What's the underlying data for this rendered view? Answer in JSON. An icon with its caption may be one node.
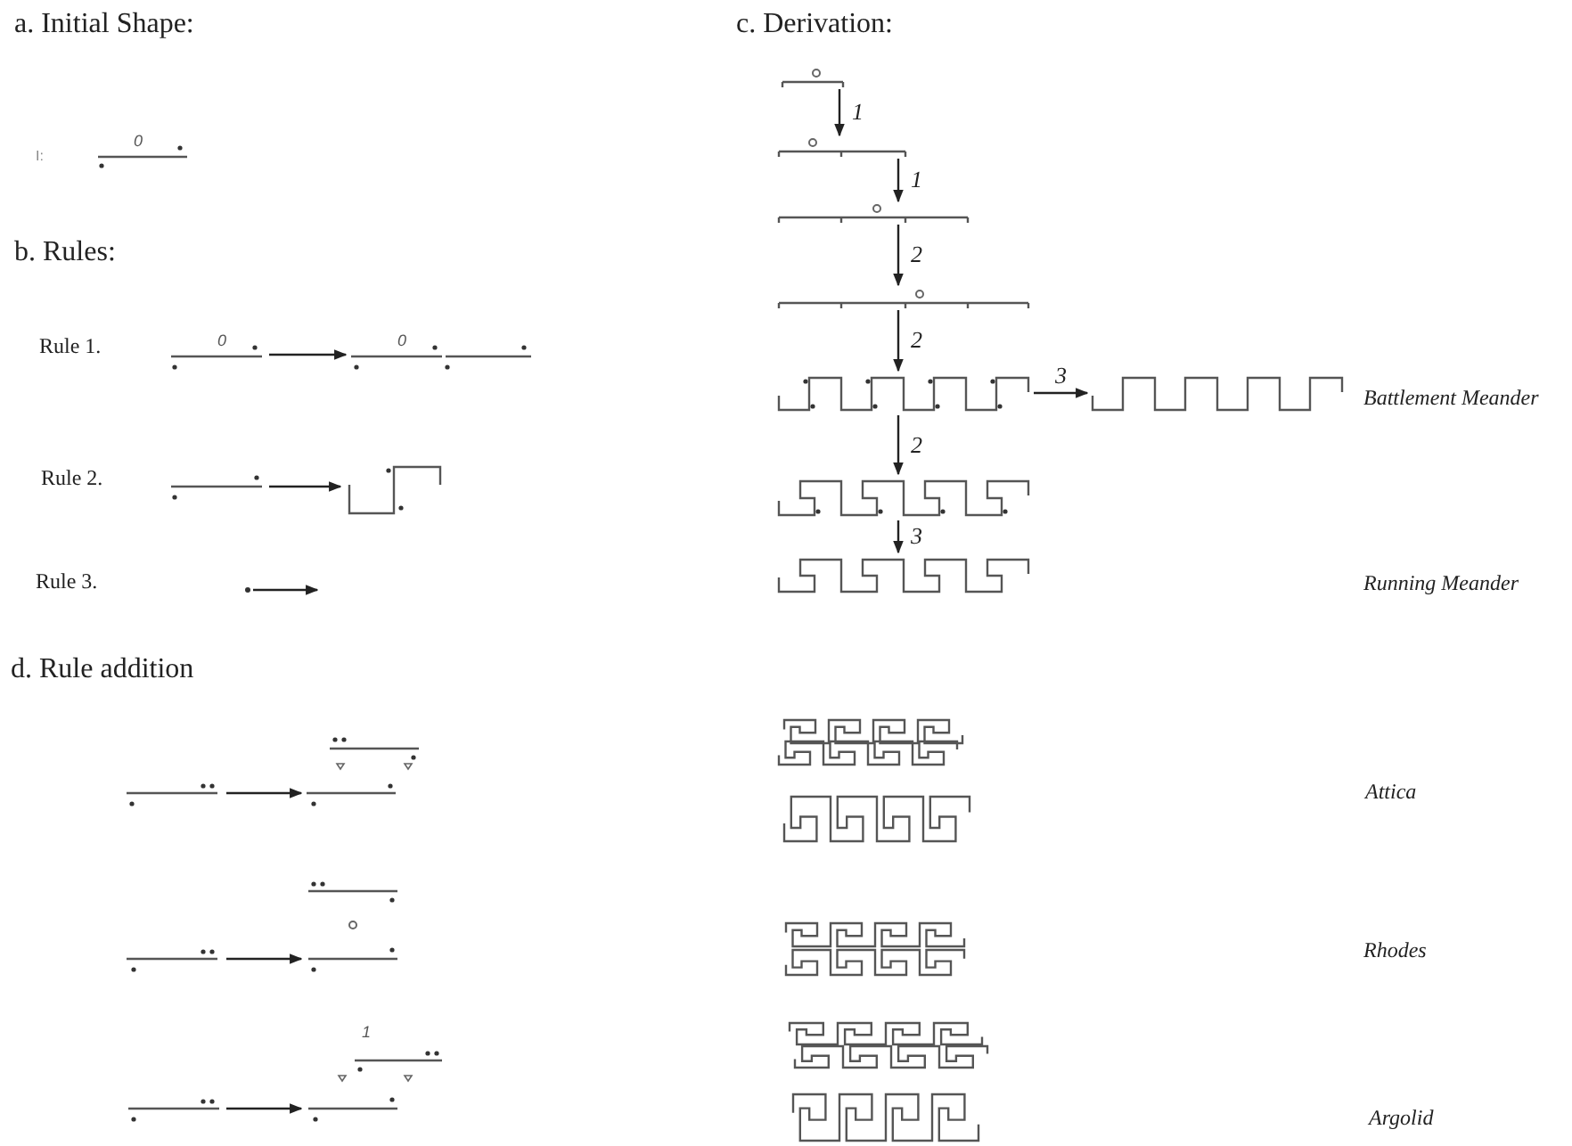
{
  "diagram": {
    "nodes": [
      {
        "text": [],
        "shape": "picture"
      },
      {
        "text": [],
        "shape": "picture"
      },
      {
        "text": [],
        "shape": "picture"
      },
      {
        "text": [],
        "shape": "picture"
      },
      {
        "text": [],
        "shape": "picture"
      },
      {
        "text": [],
        "shape": "circle"
      },
      {
        "text": [],
        "shape": "picture"
      },
      {
        "text": [],
        "shape": "picture"
      },
      {
        "text": [],
        "shape": "picture"
      },
      {
        "text": [],
        "shape": "picture"
      },
      {
        "text": [],
        "shape": "picture"
      },
      {
        "text": [],
        "shape": "picture",
        "beside": [
          "Battlement Meander"
        ]
      },
      {
        "text": [],
        "shape": "picture"
      },
      {
        "text": [],
        "shape": "picture"
      },
      {
        "text": [],
        "shape": "picture"
      },
      {
        "text": [],
        "shape": "picture"
      },
      {
        "text": [],
        "shape": "picture"
      },
      {
        "text": [],
        "shape": "picture"
      },
      {
        "text": [],
        "shape": "picture"
      },
      {
        "text": [],
        "shape": "picture",
        "beside": [
          "1"
        ]
      },
      {
        "text": [],
        "shape": "picture"
      },
      {
        "text": [],
        "shape": "picture"
      },
      {
        "text": [],
        "shape": "picture"
      },
      {
        "text": [],
        "shape": "picture"
      },
      {
        "text": [],
        "shape": "picture"
      }
    ],
    "edges": [
      {
        "from": 1,
        "to": 2,
        "arrow": "to"
      },
      {
        "from": 3,
        "to": 4,
        "arrow": "to"
      },
      {
        "from": 5,
        "to": null,
        "arrow": "to"
      },
      {
        "from": 6,
        "to": 7,
        "arrow": "to",
        "label": "1"
      },
      {
        "from": 7,
        "to": 8,
        "arrow": "to",
        "label": "1"
      },
      {
        "from": 8,
        "to": 9,
        "arrow": "to",
        "label": "2"
      },
      {
        "from": 9,
        "to": 10,
        "arrow": "to",
        "label": "2"
      },
      {
        "from": 10,
        "to": 11,
        "arrow": "to",
        "label": "3"
      },
      {
        "from": 10,
        "to": 12,
        "arrow": "to",
        "label": "2"
      },
      {
        "from": 12,
        "to": 13,
        "arrow": "to",
        "label": "3"
      },
      {
        "from": 14,
        "to": 15,
        "arrow": "to"
      },
      {
        "from": 16,
        "to": 17,
        "arrow": "to"
      },
      {
        "from": 18,
        "to": 19,
        "arrow": "to"
      }
    ],
    "labels": [
      "a. Initial Shape:",
      "c. Derivation:",
      "I:",
      "0",
      "b. Rules:",
      "Rule 1.",
      "0",
      "0",
      "Rule 2.",
      "Rule 3.",
      "Running Meander",
      "d. Rule addition",
      "Attica",
      "Rhodes",
      "Argolid"
    ]
  }
}
